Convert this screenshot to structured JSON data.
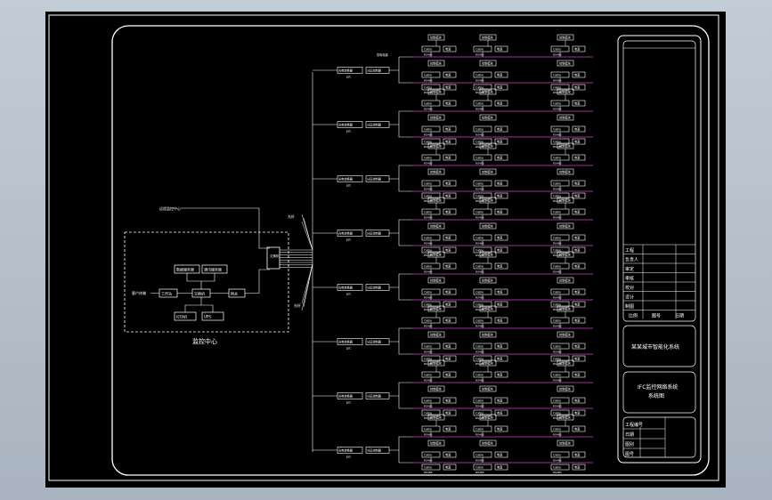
{
  "colors": {
    "background": "#000000",
    "frame": "#ffffff",
    "wire": "#ffffff",
    "bus": "#cc44cc",
    "window_bg": "#b4bec9"
  },
  "monitor_center": {
    "title": "监控中心",
    "external_label": "远程监控中心",
    "left_label": "客户终端",
    "devices": [
      "数据服务器",
      "通讯服务器",
      "交换机",
      "工作站",
      "打印机",
      "UPS",
      "网关"
    ]
  },
  "main_switch": {
    "label": "交换机"
  },
  "trunk_labels": [
    "光纤",
    "光纤"
  ],
  "branches": [
    {
      "converter": "光电转换器",
      "controller": "分区控制器",
      "tag": "p/C",
      "top_note": "供电电源"
    },
    {
      "converter": "光电转换器",
      "controller": "分区控制器",
      "tag": "p/C"
    },
    {
      "converter": "光电转换器",
      "controller": "分区控制器",
      "tag": "p/C"
    },
    {
      "converter": "光电转换器",
      "controller": "分区控制器",
      "tag": "p/C"
    },
    {
      "converter": "光电转换器",
      "controller": "分区控制器",
      "tag": "p/C"
    },
    {
      "converter": "光电转换器",
      "controller": "分区控制器",
      "tag": "p/C"
    },
    {
      "converter": "光电转换器",
      "controller": "分区控制器",
      "tag": "p/C"
    },
    {
      "converter": "光电转换器",
      "controller": "分区控制器",
      "tag": "p/C"
    }
  ],
  "node": {
    "module": "控制模块",
    "cable": "Cable",
    "sub": "RS485",
    "load": "电源"
  },
  "title_block": {
    "rows": [
      "工程",
      "负责人",
      "审定",
      "审核",
      "校对",
      "设计",
      "制图"
    ],
    "footer": [
      "比例",
      "图号",
      "日期"
    ],
    "project_name": "某某城市智能化系统",
    "drawing_name_line1": "IFC监控网络系统",
    "drawing_name_line2": "系统图",
    "info_rows": [
      "工程编号",
      "日期",
      "图别",
      "图号"
    ]
  }
}
